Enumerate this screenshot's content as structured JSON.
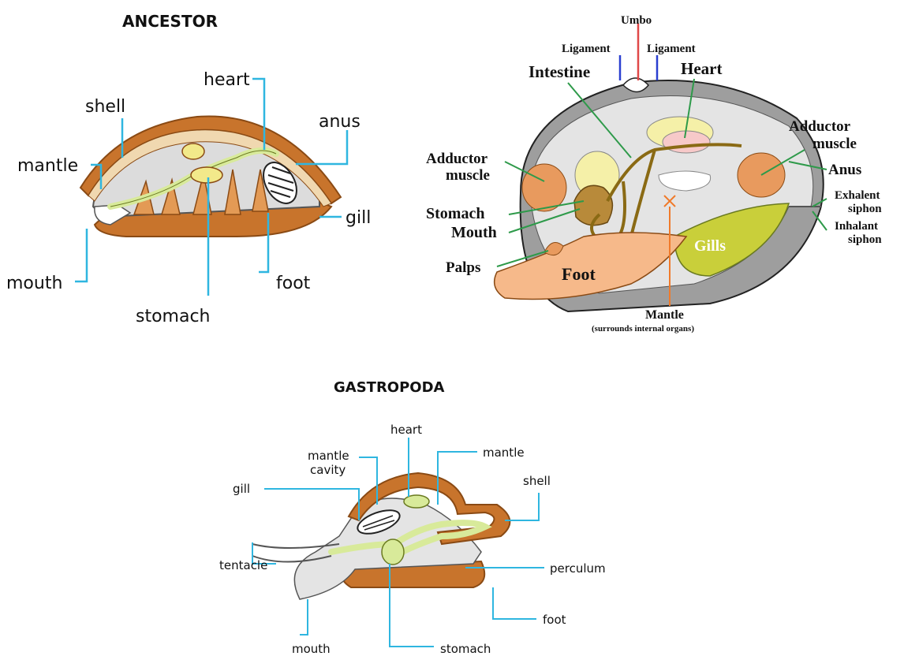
{
  "colors": {
    "shell": "#c8742c",
    "shell_dark": "#8a4a14",
    "organ_yellow": "#f2e98a",
    "gut_green": "#d8ea9a",
    "body_grey": "#dcdcdc",
    "foot_orange": "#f6b98a",
    "gill_olive": "#c9cf3a",
    "muscle_orange": "#e89a5e",
    "leader_cyan": "#2fb6e0",
    "leader_green": "#2e9a4a",
    "umbo_red": "#e04848",
    "ligament_blue": "#2a3fd0",
    "mantle_orange": "#f07a2a"
  },
  "ancestor": {
    "title": "ANCESTOR",
    "labels": {
      "heart": "heart",
      "shell": "shell",
      "anus": "anus",
      "mantle": "mantle",
      "gill": "gill",
      "mouth": "mouth",
      "foot": "foot",
      "stomach": "stomach"
    }
  },
  "bivalve": {
    "labels": {
      "umbo": "Umbo",
      "ligament_left": "Ligament",
      "ligament_right": "Ligament",
      "intestine": "Intestine",
      "heart": "Heart",
      "adductor_right_1": "Adductor",
      "adductor_right_2": "muscle",
      "adductor_left_1": "Adductor",
      "adductor_left_2": "muscle",
      "anus": "Anus",
      "exhalent_1": "Exhalent",
      "exhalent_2": "siphon",
      "inhalant_1": "Inhalant",
      "inhalant_2": "siphon",
      "stomach": "Stomach",
      "mouth": "Mouth",
      "gills": "Gills",
      "palps": "Palps",
      "foot": "Foot",
      "mantle": "Mantle",
      "mantle_note": "(surrounds internal organs)"
    }
  },
  "gastropoda": {
    "title": "GASTROPODA",
    "labels": {
      "heart": "heart",
      "mantle_cavity_1": "mantle",
      "mantle_cavity_2": "cavity",
      "mantle": "mantle",
      "gill": "gill",
      "shell": "shell",
      "tentacle": "tentacle",
      "perculum": "perculum",
      "foot": "foot",
      "mouth": "mouth",
      "stomach": "stomach"
    }
  }
}
